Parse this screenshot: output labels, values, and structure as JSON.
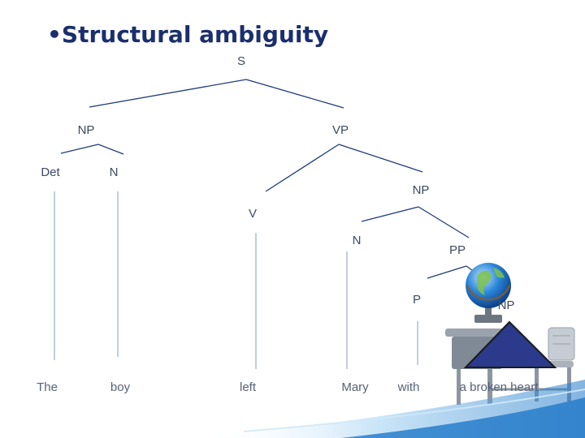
{
  "slide": {
    "title_bullet": "•",
    "title": "Structural ambiguity"
  },
  "tree": {
    "nodes": {
      "s": "S",
      "np_subject": "NP",
      "vp": "VP",
      "det": "Det",
      "n_subject": "N",
      "np_object": "NP",
      "v": "V",
      "n_object": "N",
      "pp": "PP",
      "p": "P",
      "np_pp": "NP"
    },
    "words": {
      "the": "The",
      "boy": "boy",
      "left": "left",
      "mary": "Mary",
      "with": "with",
      "a_broken_heart": "a broken heart"
    }
  },
  "decor": {
    "globe_icon": "globe-icon",
    "school_desk_icon": "school-desk-icon",
    "triangle_fill": "#2b3a8a",
    "line_color": "#1f3c7a",
    "swoosh_color": "#1f78c8"
  }
}
